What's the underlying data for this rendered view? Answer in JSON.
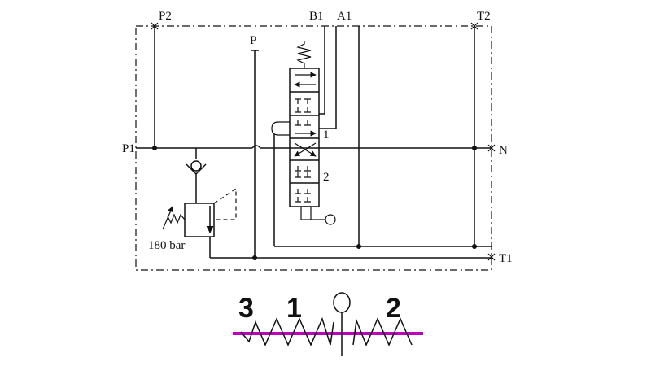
{
  "schematic": {
    "ports": {
      "p2": "P2",
      "p": "P",
      "b1": "B1",
      "a1": "A1",
      "t2": "T2",
      "p1": "P1",
      "n": "N",
      "t1": "T1"
    },
    "relief_valve_setting": "180 bar",
    "position_labels": {
      "pos1": "1",
      "pos2": "2"
    }
  },
  "detent_symbol": {
    "labels": {
      "pos3": "3",
      "pos1": "1",
      "pos2": "2"
    },
    "line_color": "#c000c0"
  }
}
